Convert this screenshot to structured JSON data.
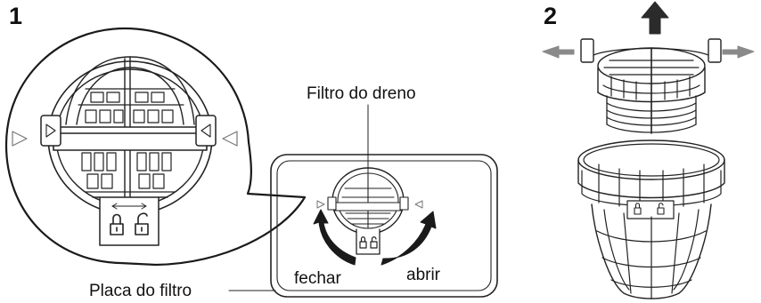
{
  "steps": {
    "step1": "1",
    "step2": "2"
  },
  "labels": {
    "drain_filter": "Filtro do dreno",
    "filter_plate": "Placa do filtro",
    "close": "fechar",
    "open": "abrir"
  },
  "colors": {
    "line": "#222222",
    "arrow": "#1a1a1a",
    "gray_arrow": "#7f7f7f",
    "fill": "#ffffff"
  }
}
